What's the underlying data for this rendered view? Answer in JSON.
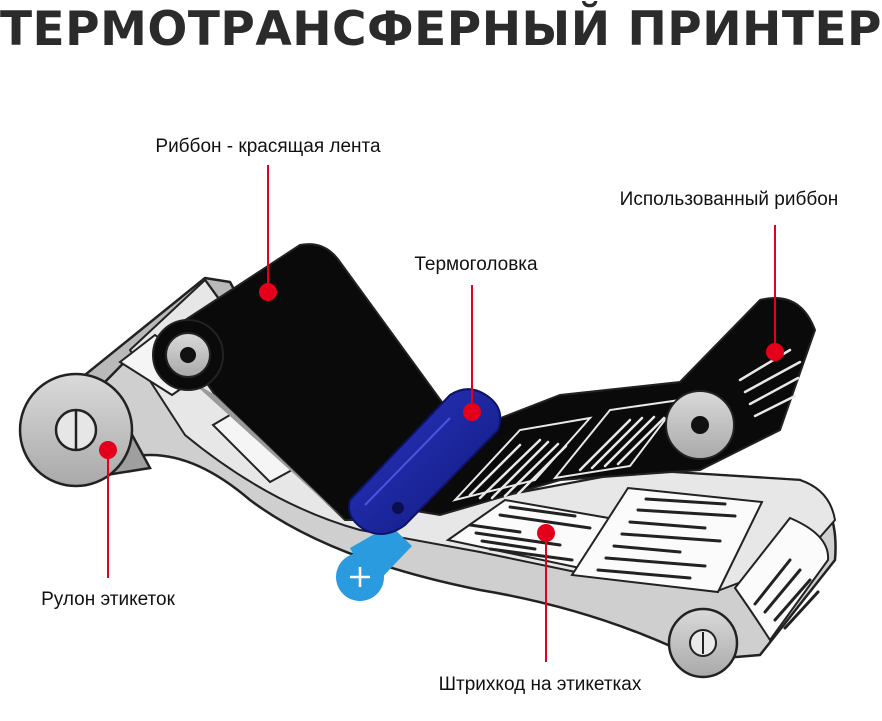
{
  "title": "ТЕРМОТРАНСФЕРНЫЙ ПРИНТЕР",
  "labels": {
    "ribbon": "Риббон - красящая лента",
    "used_ribbon": "Использованный риббон",
    "printhead": "Термоголовка",
    "label_roll": "Рулон этикеток",
    "barcode": "Штрихкод на этикетках"
  },
  "colors": {
    "callout": "#e4001b",
    "ribbon": "#0a0a0a",
    "printhead": "#1c27a8",
    "platen": "#2b9be0",
    "roller": "#c8c8c8",
    "labels": "#d3d3d3"
  },
  "icons": {
    "platen_symbol": "plus-icon",
    "spindle_symbol": "slot-icon"
  }
}
